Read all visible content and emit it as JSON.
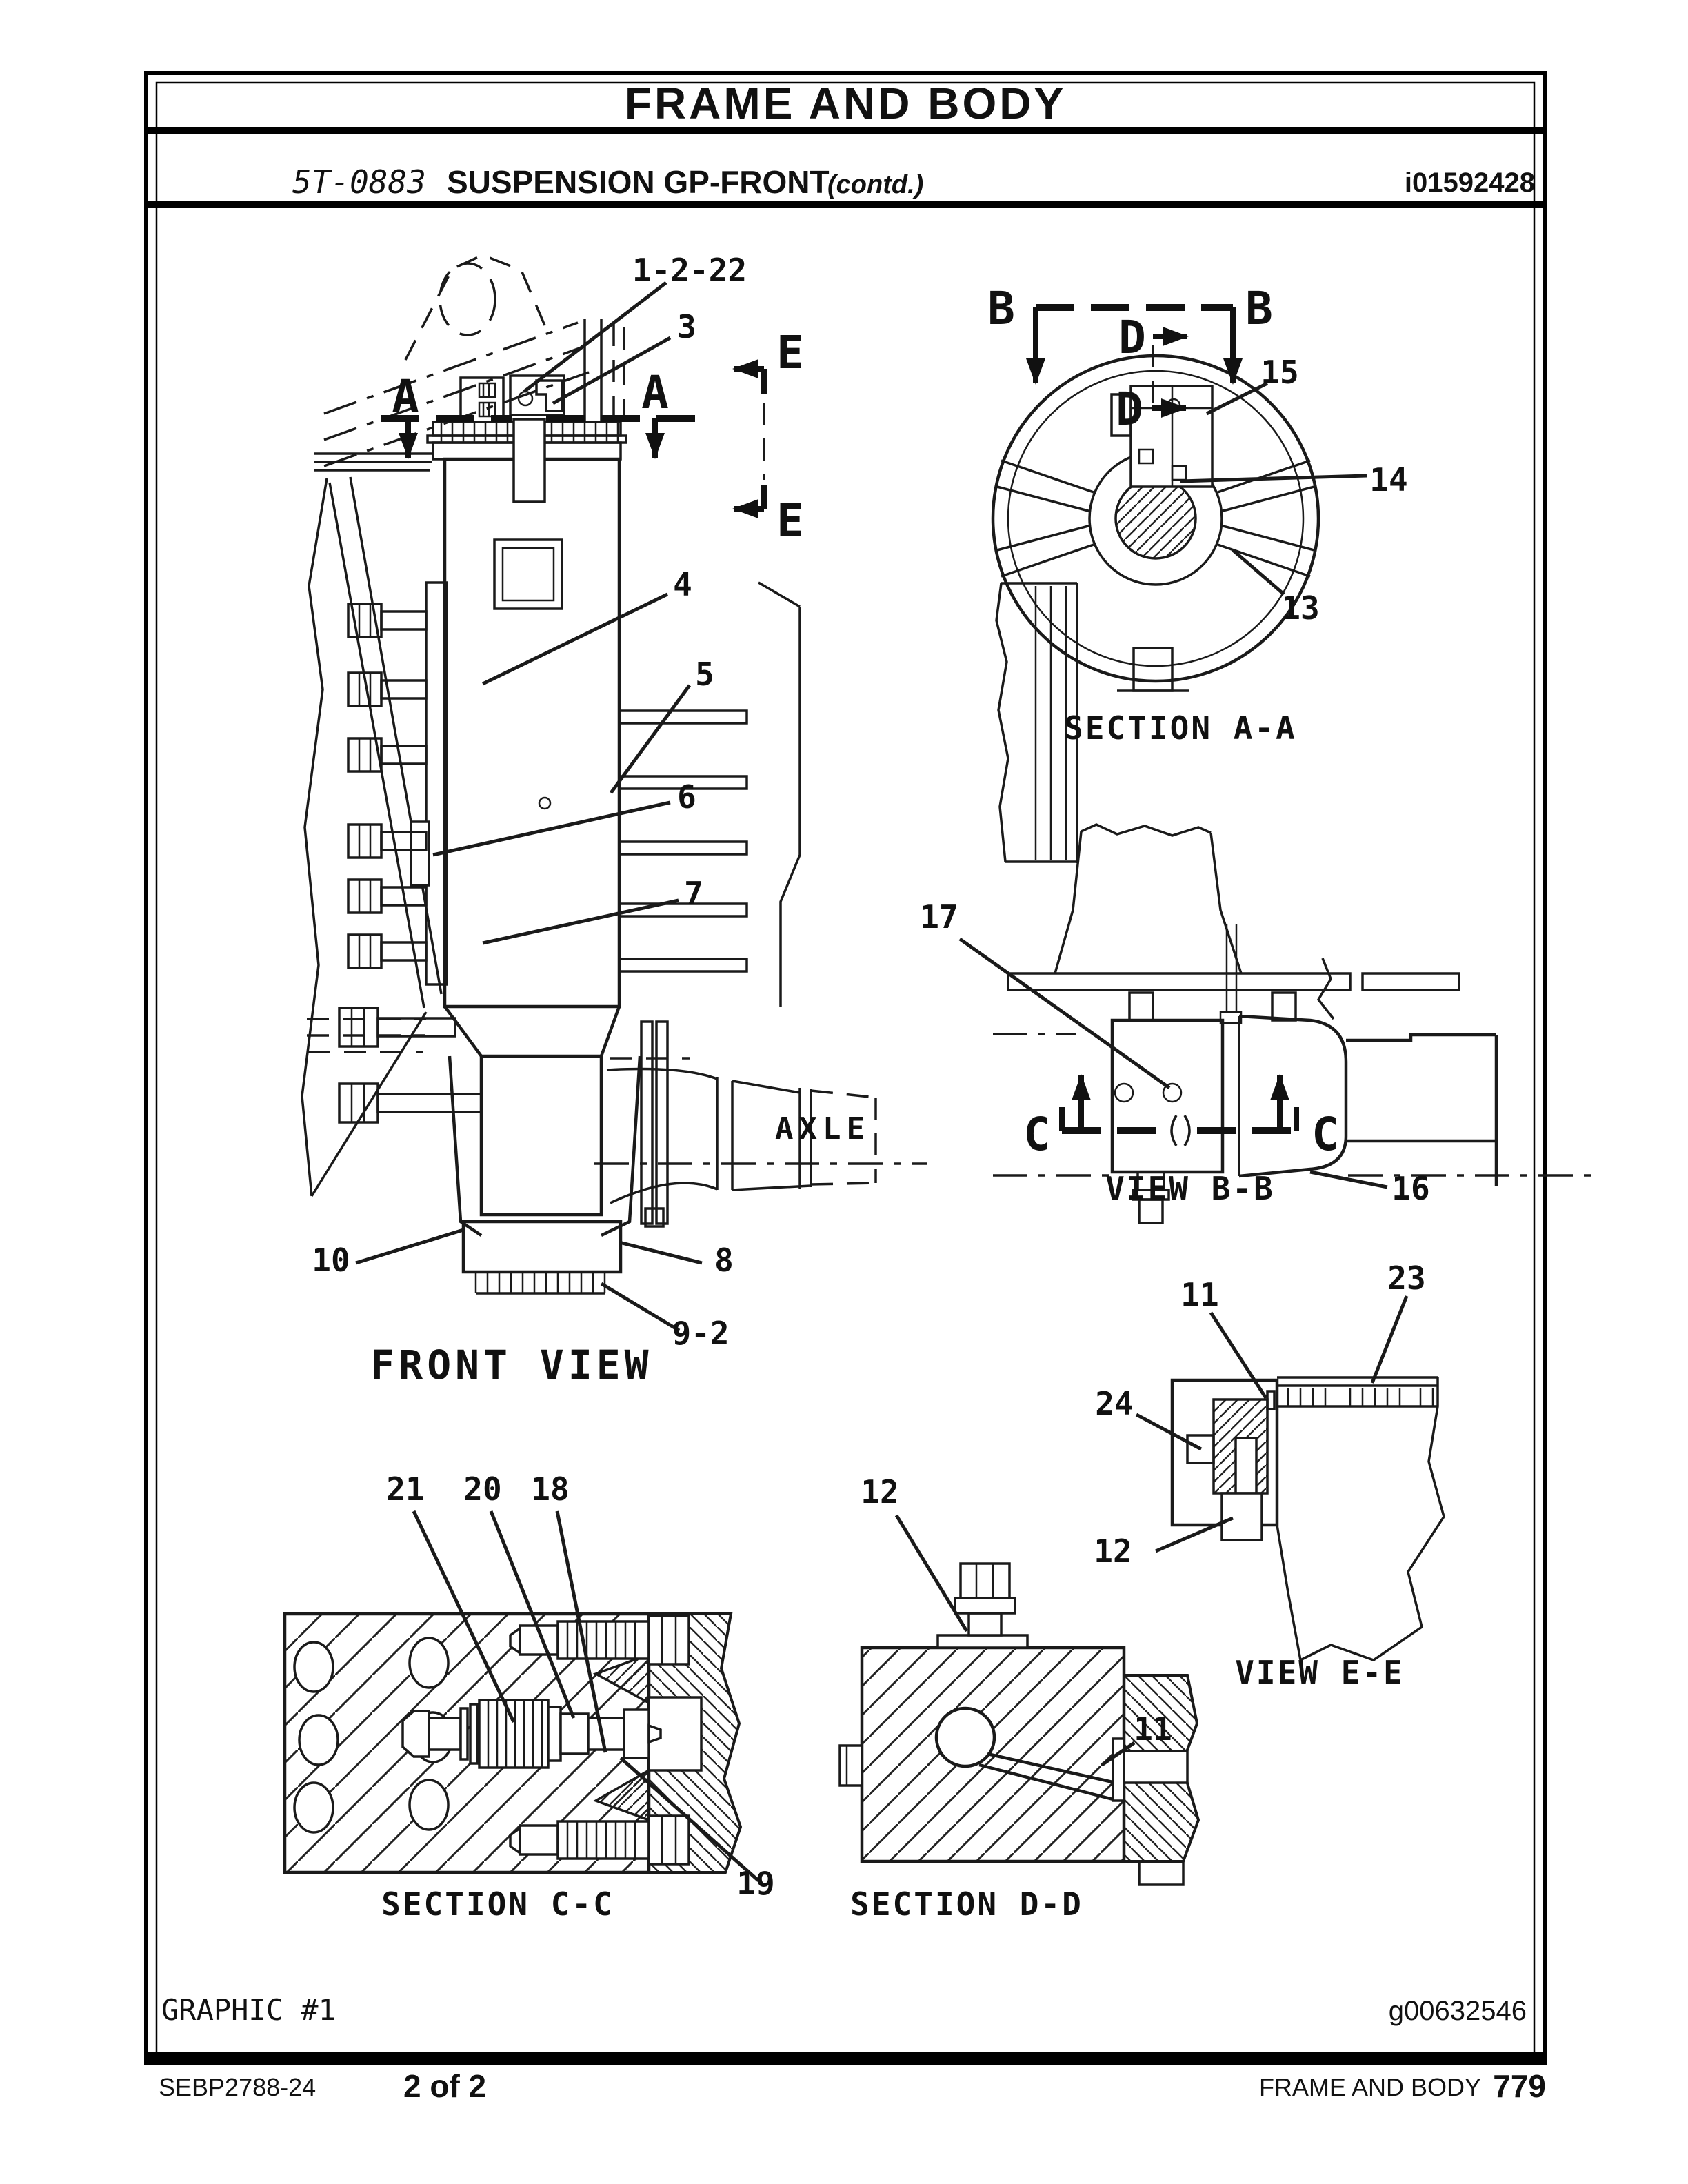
{
  "header": {
    "title": "FRAME AND BODY",
    "part_code": "5T-0883",
    "group_name": "SUSPENSION GP-FRONT",
    "contd": "(contd.)",
    "media_id": "i01592428"
  },
  "captions": {
    "front_view": "FRONT VIEW",
    "section_aa": "SECTION A-A",
    "view_bb": "VIEW B-B",
    "view_ee": "VIEW E-E",
    "section_cc": "SECTION C-C",
    "section_dd": "SECTION D-D",
    "axle": "AXLE"
  },
  "labels": {
    "n1_2_22": "1-2-22",
    "n3": "3",
    "n4": "4",
    "n5": "5",
    "n6": "6",
    "n7": "7",
    "n8": "8",
    "n9_2": "9-2",
    "n10": "10",
    "n11": "11",
    "n12": "12",
    "n13": "13",
    "n14": "14",
    "n15": "15",
    "n16": "16",
    "n17": "17",
    "n18": "18",
    "n19": "19",
    "n20": "20",
    "n21": "21",
    "n23": "23",
    "n24": "24",
    "A": "A",
    "B": "B",
    "C": "C",
    "D": "D",
    "E": "E"
  },
  "footer": {
    "graphic_label": "GRAPHIC #1",
    "graphic_id": "g00632546",
    "manual_code": "SEBP2788-24",
    "sheet": "2 of 2",
    "section_title": "FRAME AND BODY",
    "page_number": "779"
  }
}
